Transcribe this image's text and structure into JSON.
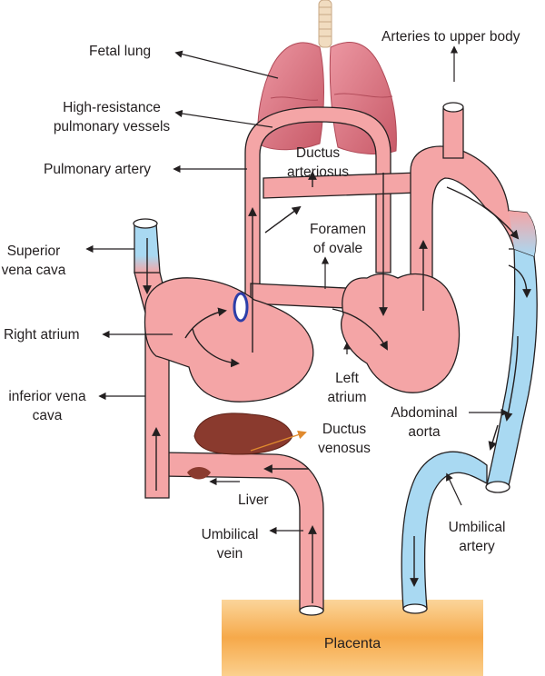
{
  "labels": {
    "fetal_lung": "Fetal lung",
    "arteries_upper_body": "Arteries to upper body",
    "high_resistance": [
      "High-resistance",
      "pulmonary vessels"
    ],
    "pulmonary_artery": "Pulmonary artery",
    "ductus_arteriosus": [
      "Ductus",
      "arteriosus"
    ],
    "superior_vena_cava": [
      "Superior",
      "vena cava"
    ],
    "foramen_ovale": [
      "Foramen",
      "of ovale"
    ],
    "right_atrium": "Right atrium",
    "left_atrium": [
      "Left",
      "atrium"
    ],
    "inferior_vena_cava": [
      "inferior vena",
      "cava"
    ],
    "abdominal_aorta": [
      "Abdominal",
      "aorta"
    ],
    "ductus_venosus": [
      "Ductus",
      "venosus"
    ],
    "liver": "Liver",
    "umbilical_vein": [
      "Umbilical",
      "vein"
    ],
    "umbilical_artery": [
      "Umbilical",
      "artery"
    ],
    "placenta": "Placenta"
  },
  "colors": {
    "oxygenated_vessel": "#f4a5a6",
    "deoxygenated_vessel": "#a9d9f2",
    "outline": "#231f20",
    "lung": "#d9707d",
    "liver": "#8a3a2e",
    "ductus_venosus_pointer": "#e08a2e",
    "placenta": "#f6a94a"
  }
}
